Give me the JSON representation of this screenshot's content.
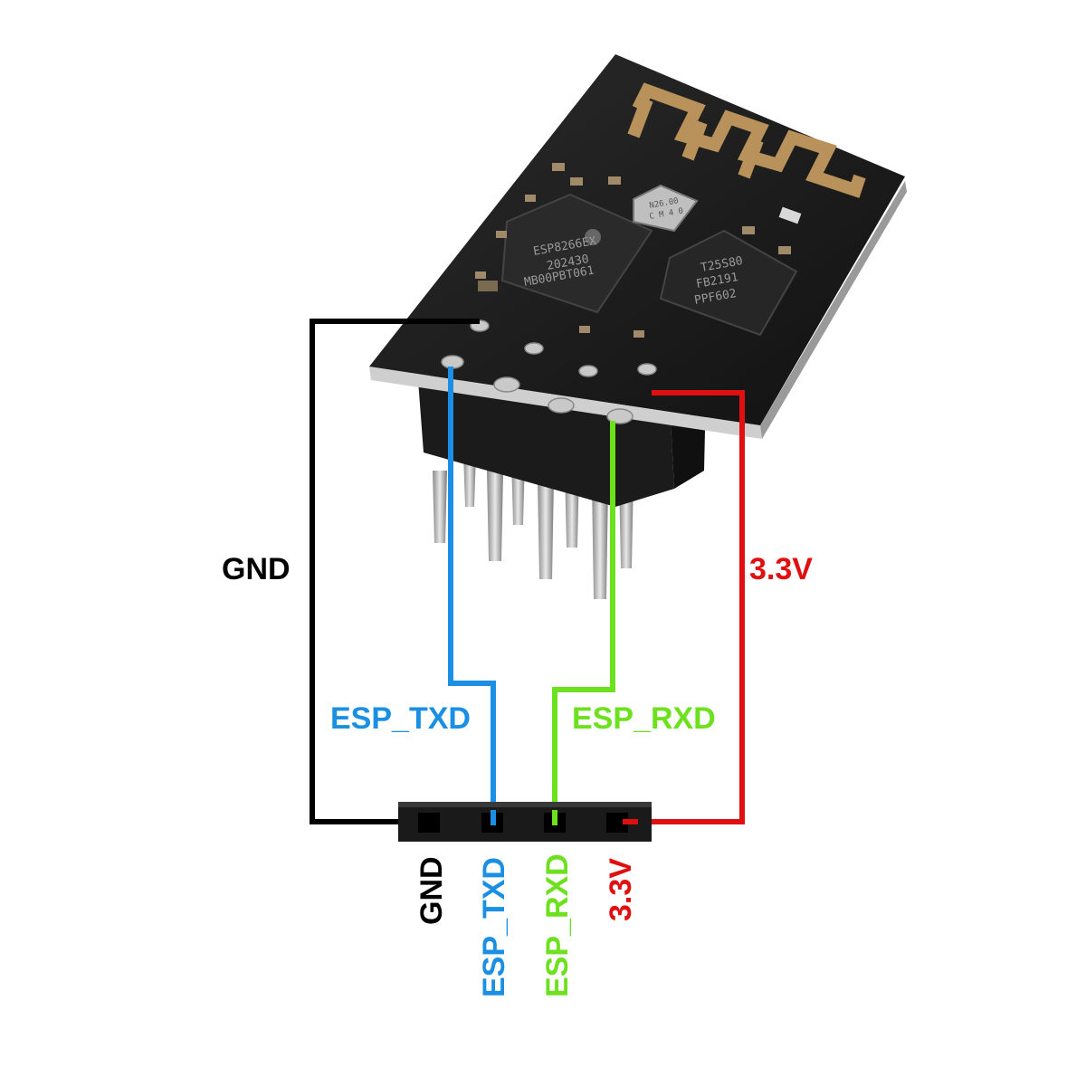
{
  "module": {
    "chip_marking": [
      "ESP8266EX",
      "202430",
      "MB00PBT061"
    ],
    "flash_marking": [
      "T25S80",
      "FB2191",
      "PPF602"
    ],
    "crystal_marking": [
      "N26.00",
      "C M 4 0"
    ]
  },
  "wires": {
    "gnd": {
      "label": "GND",
      "color": "#000000"
    },
    "txd": {
      "label": "ESP_TXD",
      "color": "#1a8fe3"
    },
    "rxd": {
      "label": "ESP_RXD",
      "color": "#6ee11e"
    },
    "vcc": {
      "label": "3.3V",
      "color": "#e01010"
    }
  },
  "header_pins": [
    {
      "label": "GND",
      "color": "#000000"
    },
    {
      "label": "ESP_TXD",
      "color": "#1a8fe3"
    },
    {
      "label": "ESP_RXD",
      "color": "#6ee11e"
    },
    {
      "label": "3.3V",
      "color": "#e01010"
    }
  ]
}
